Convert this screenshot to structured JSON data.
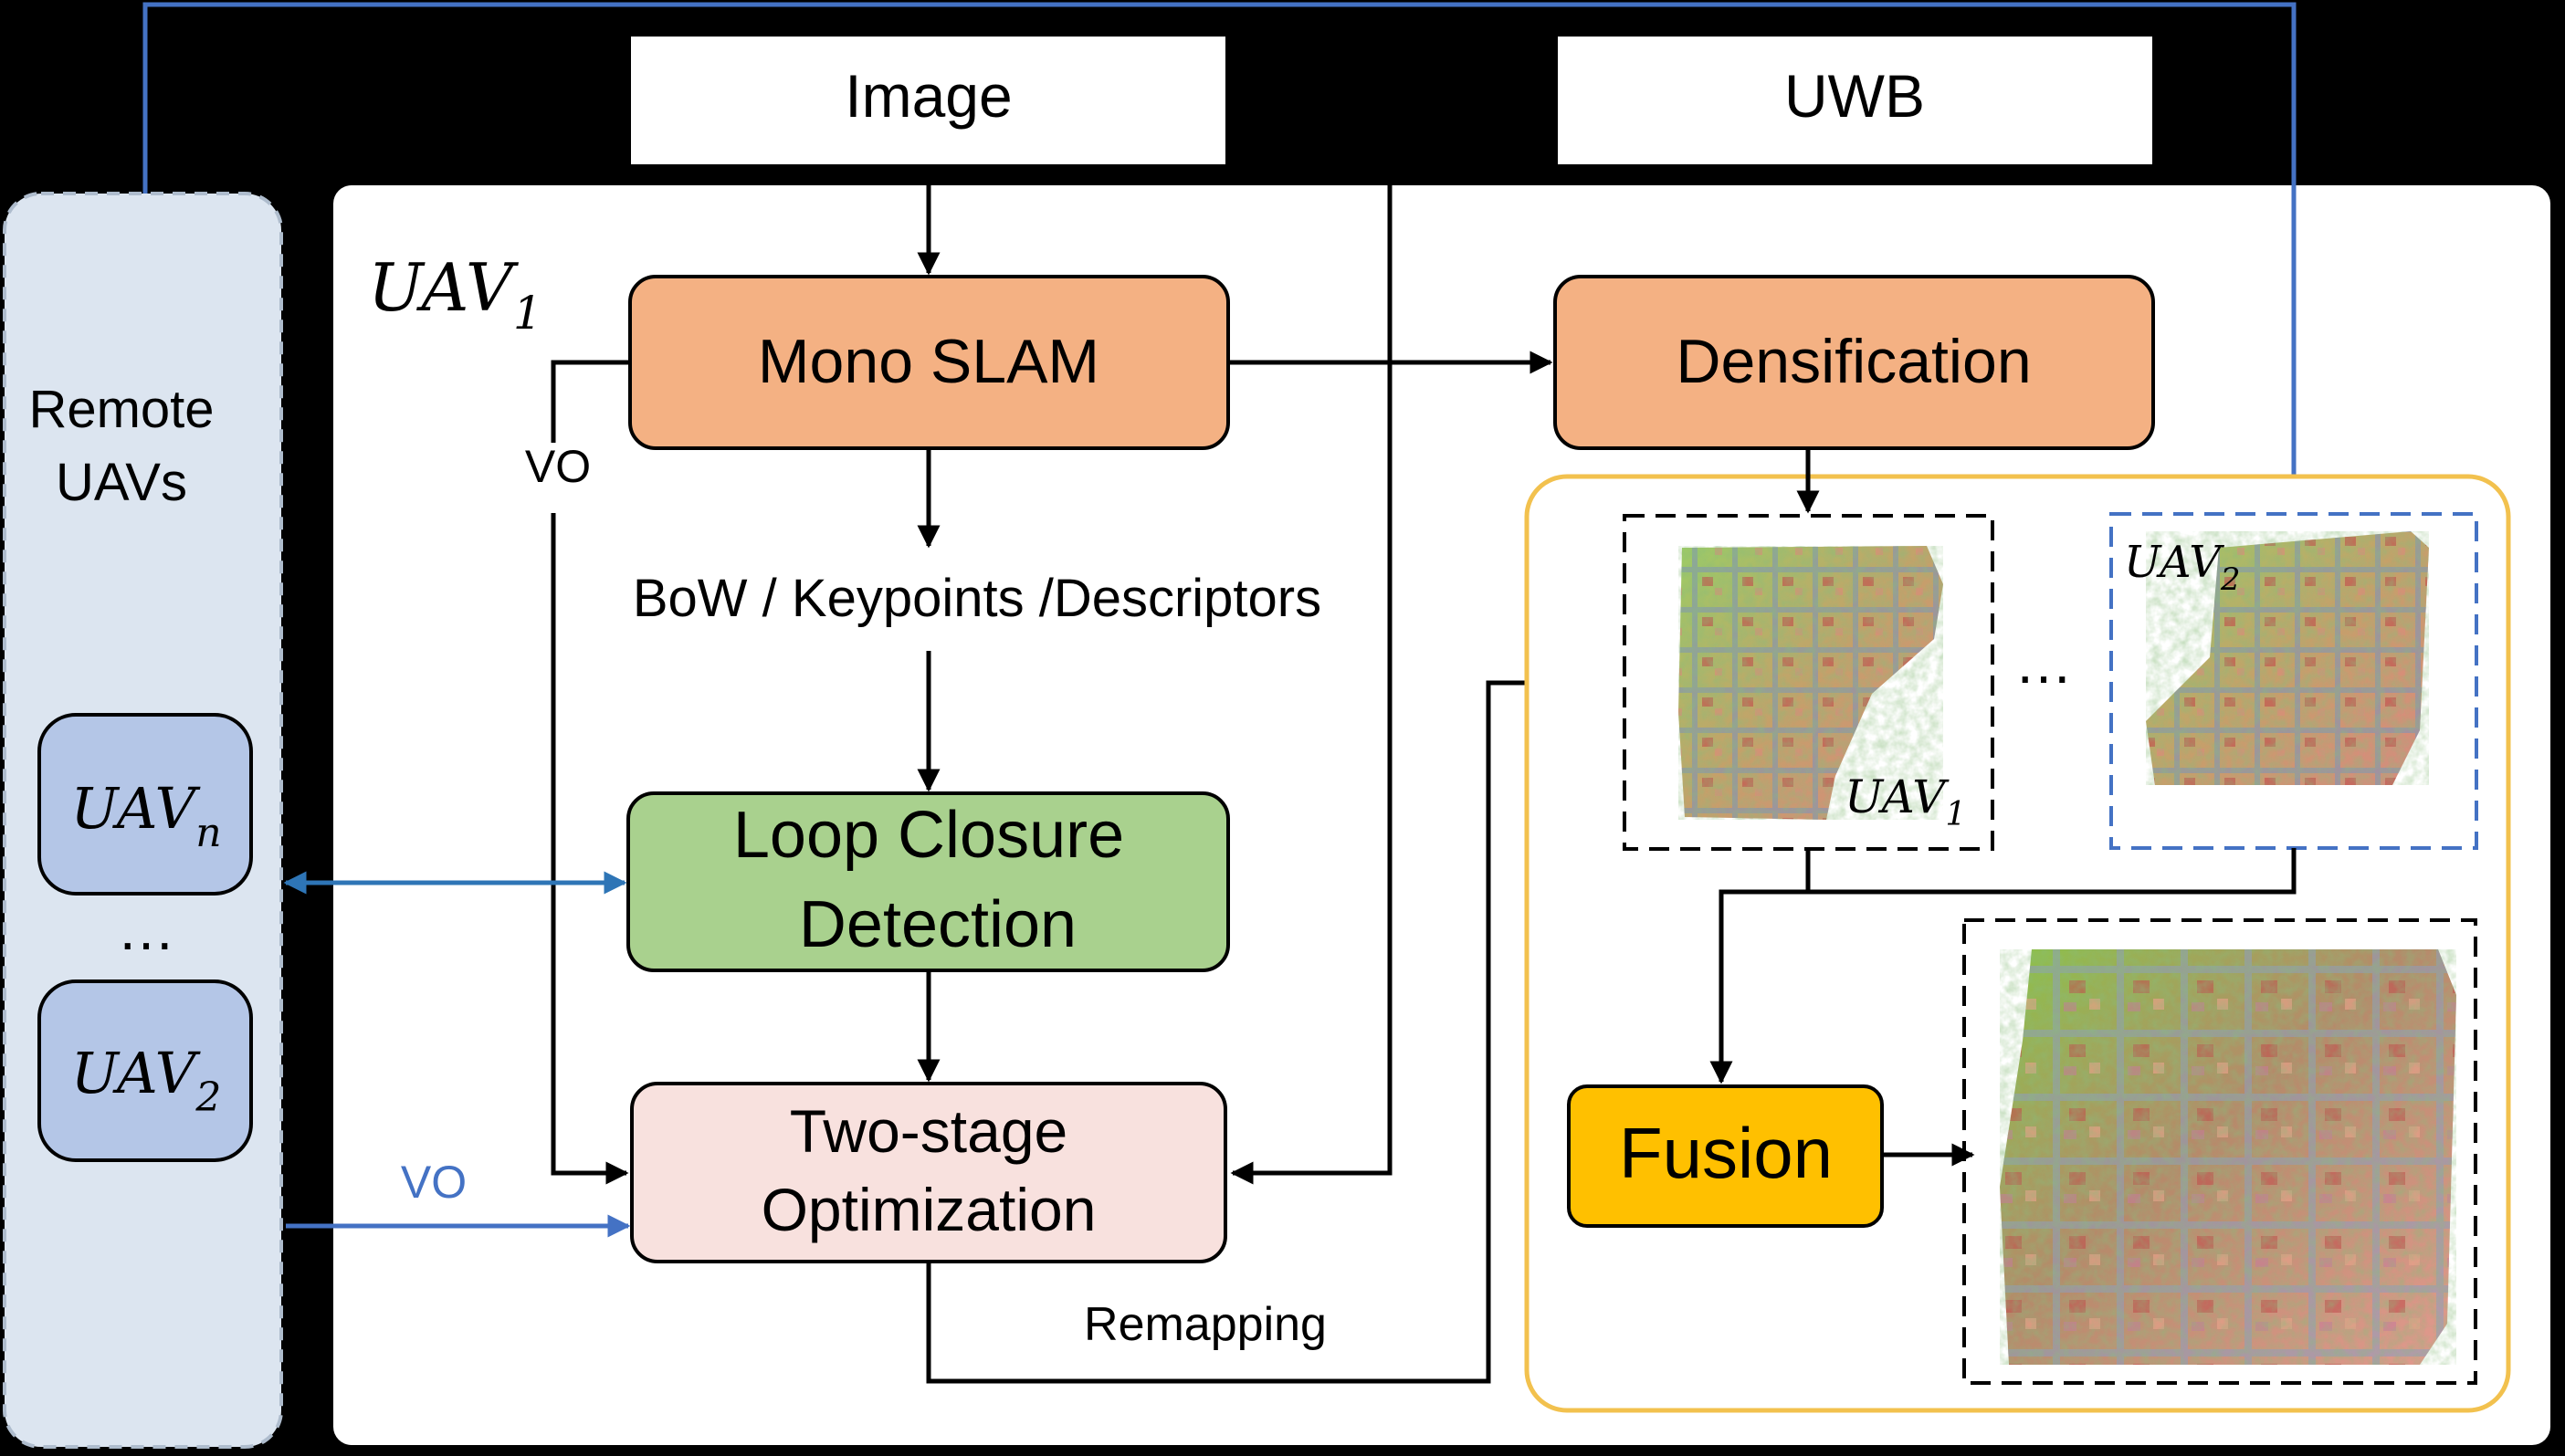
{
  "inputs": {
    "image": "Image",
    "uwb": "UWB"
  },
  "remote": {
    "label_line1": "Remote",
    "label_line2": "UAVs",
    "uav_n_base": "UAV",
    "uav_n_sub": "n",
    "ellipsis": "…",
    "uav_2_base": "UAV",
    "uav_2_sub": "2"
  },
  "main": {
    "uav1_base": "UAV",
    "uav1_sub": "1",
    "mono_slam": "Mono SLAM",
    "vo": "VO",
    "features": "BoW / Keypoints /Descriptors",
    "loop_line1": "Loop Closure",
    "loop_line2": "Detection",
    "opt_line1": "Two-stage",
    "opt_line2": "Optimization",
    "remapping": "Remapping",
    "densification": "Densification",
    "vo_remote": "VO"
  },
  "maps": {
    "uav1_base": "UAV",
    "uav1_sub": "1",
    "uav2_base": "UAV",
    "uav2_sub": "2",
    "ellipsis": "…",
    "fusion": "Fusion"
  },
  "colors": {
    "background": "#000000",
    "panel": "#ffffff",
    "remote_panel": "#dce5f0",
    "uav_box": "#b4c6e7",
    "mono_slam": "#f4b183",
    "densification": "#f4b183",
    "loop_closure": "#a9d18e",
    "optimization": "#f8e1de",
    "fusion": "#ffc000",
    "map_frame": "#f2c14e",
    "blue_line": "#4472c4"
  }
}
